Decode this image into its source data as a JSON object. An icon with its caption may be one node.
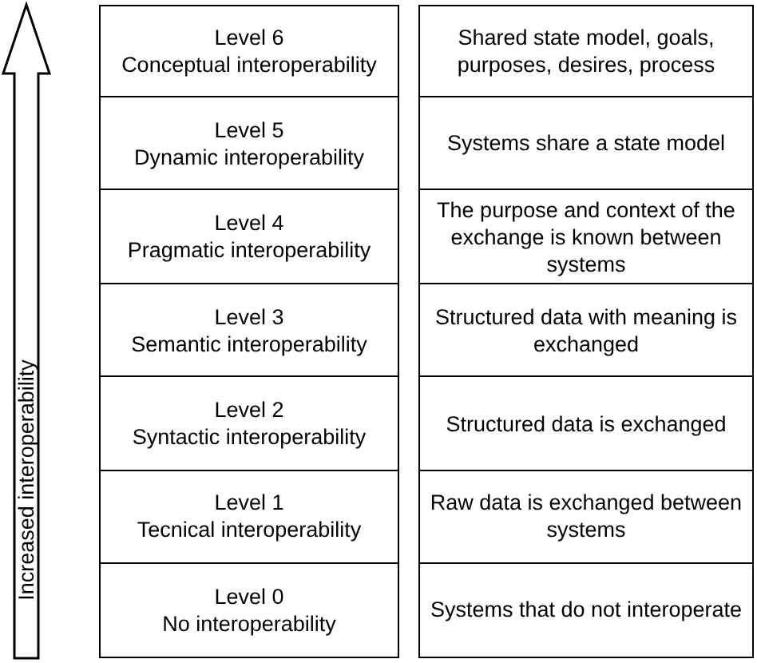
{
  "diagram": {
    "nodes": [
      {
        "text": [
          "Level 6",
          "Conceptual interoperability"
        ]
      },
      {
        "text": [
          "Shared state model, goals, purposes, desires, process"
        ]
      },
      {
        "text": [
          "Level 5",
          "Dynamic interoperability"
        ]
      },
      {
        "text": [
          "Systems share a state model"
        ]
      },
      {
        "text": [
          "Level 4",
          "Pragmatic interoperability"
        ]
      },
      {
        "text": [
          "The purpose and context of the exchange is known between systems"
        ]
      },
      {
        "text": [
          "Level 3",
          "Semantic interoperability"
        ]
      },
      {
        "text": [
          "Structured data with meaning is exchanged"
        ]
      },
      {
        "text": [
          "Level 2",
          "Syntactic interoperability"
        ]
      },
      {
        "text": [
          "Structured data is exchanged"
        ]
      },
      {
        "text": [
          "Level 1",
          "Tecnical interoperability"
        ]
      },
      {
        "text": [
          "Raw data is exchanged between systems"
        ]
      },
      {
        "text": [
          "Level 0",
          "No interoperability"
        ]
      },
      {
        "text": [
          "Systems that do not interoperate"
        ]
      }
    ],
    "labels": [
      "Increased interoperability"
    ]
  }
}
